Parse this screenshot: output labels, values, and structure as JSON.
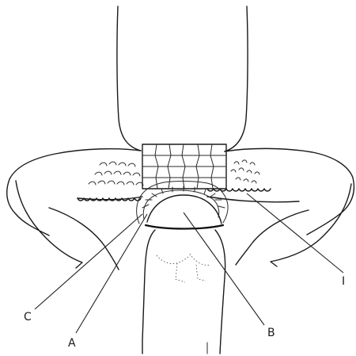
{
  "labels": {
    "a": "A",
    "b": "B",
    "c": "C",
    "d": "I"
  }
}
